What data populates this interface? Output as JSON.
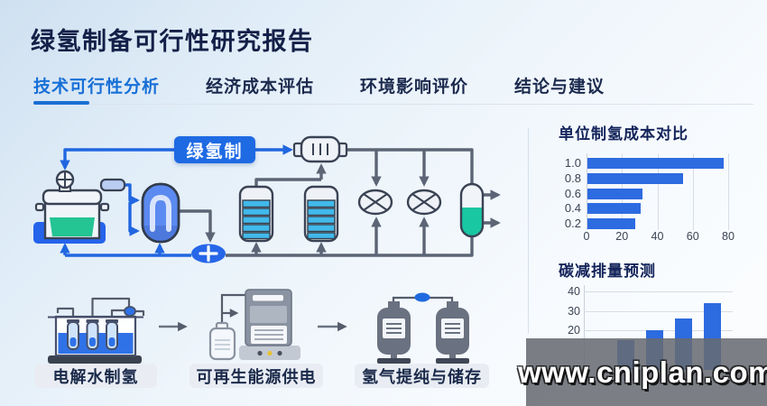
{
  "report": {
    "title": "绿氢制备可行性研究报告"
  },
  "tabs": [
    {
      "label": "技术可行性分析",
      "active": true
    },
    {
      "label": "经济成本评估",
      "active": false
    },
    {
      "label": "环境影响评价",
      "active": false
    },
    {
      "label": "结论与建议",
      "active": false
    }
  ],
  "diagram": {
    "flow_label": "绿氢制",
    "stages": [
      {
        "label": "电解水制氢"
      },
      {
        "label": "可再生能源供电"
      },
      {
        "label": "氢气提纯与储存"
      }
    ],
    "icons": [
      "reactor-pot-icon",
      "control-valve-icon",
      "u-tube-vessel-icon",
      "plus-mixer-icon",
      "adsorption-column-icon",
      "filter-exchanger-icon",
      "mixing-valve-icon",
      "separator-vessel-icon",
      "electrolyzer-icon",
      "power-supply-icon",
      "storage-tank-icon"
    ]
  },
  "chart_data": [
    {
      "type": "bar",
      "orientation": "horizontal",
      "title": "单位制氢成本对比",
      "categories": [
        "1.0",
        "0.8",
        "0.6",
        "0.4",
        "0.2"
      ],
      "values": [
        77,
        54,
        31,
        30,
        27
      ],
      "xlim": [
        0,
        80
      ],
      "x_ticks": [
        "0",
        "20",
        "40",
        "60",
        "80"
      ],
      "grid": true,
      "bar_color": "#2d6be0"
    },
    {
      "type": "bar",
      "orientation": "vertical",
      "title": "碳减排量预测",
      "values": [
        15,
        20,
        26,
        34
      ],
      "ylim": [
        0,
        45
      ],
      "y_ticks": [
        "40",
        "30",
        "20"
      ],
      "grid": true,
      "bar_color": "#2d6be0"
    }
  ],
  "watermark": {
    "text": "www.cniplan.com"
  },
  "colors": {
    "accent_blue": "#1a6fd4",
    "bar_blue": "#2d6be0",
    "flow_blue": "#2166e0",
    "pipe_gray": "#5c6575",
    "liquid_green": "#25c493",
    "stripe_cyan": "#41b9ea",
    "label_box_blue": "#1e6ae3",
    "title_navy": "#131f47"
  }
}
